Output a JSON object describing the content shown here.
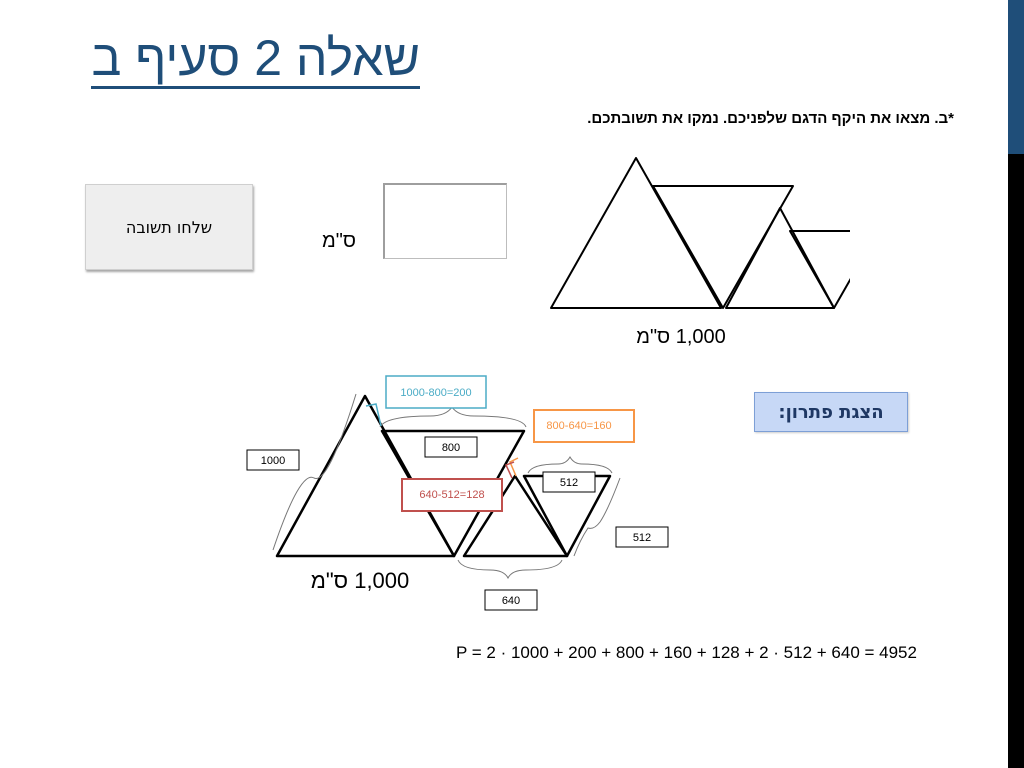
{
  "slide": {
    "title": "שאלה 2 סעיף ב",
    "question": "*ב. מצאו את היקף הדגם שלפניכם. נמקו את תשובתכם.",
    "send_button": "שלחו תשובה",
    "unit": "ס\"מ",
    "answer_value": "",
    "top_figure_label": "1,000 ס\"מ",
    "solution_button": "הצגת פתרון:"
  },
  "solution": {
    "base_label": "1,000 ס\"מ",
    "boxes": {
      "side_1000": "1000",
      "top_800": "800",
      "mid_512": "512",
      "right_512": "512",
      "bottom_640": "640"
    },
    "callouts": {
      "diff_200": "1000-800=200",
      "diff_160": "800-640=160",
      "diff_128": "640-512=128"
    },
    "formula": "P = 2 · 1000 + 200 + 800 + 160 + 128 + 2 · 512 + 640 = 4952"
  },
  "colors": {
    "title": "#1f4e79",
    "teal_callout": "#4bacc6",
    "orange_callout": "#f79646",
    "red_callout": "#c0504d",
    "solution_button": "#c7d8f6"
  }
}
